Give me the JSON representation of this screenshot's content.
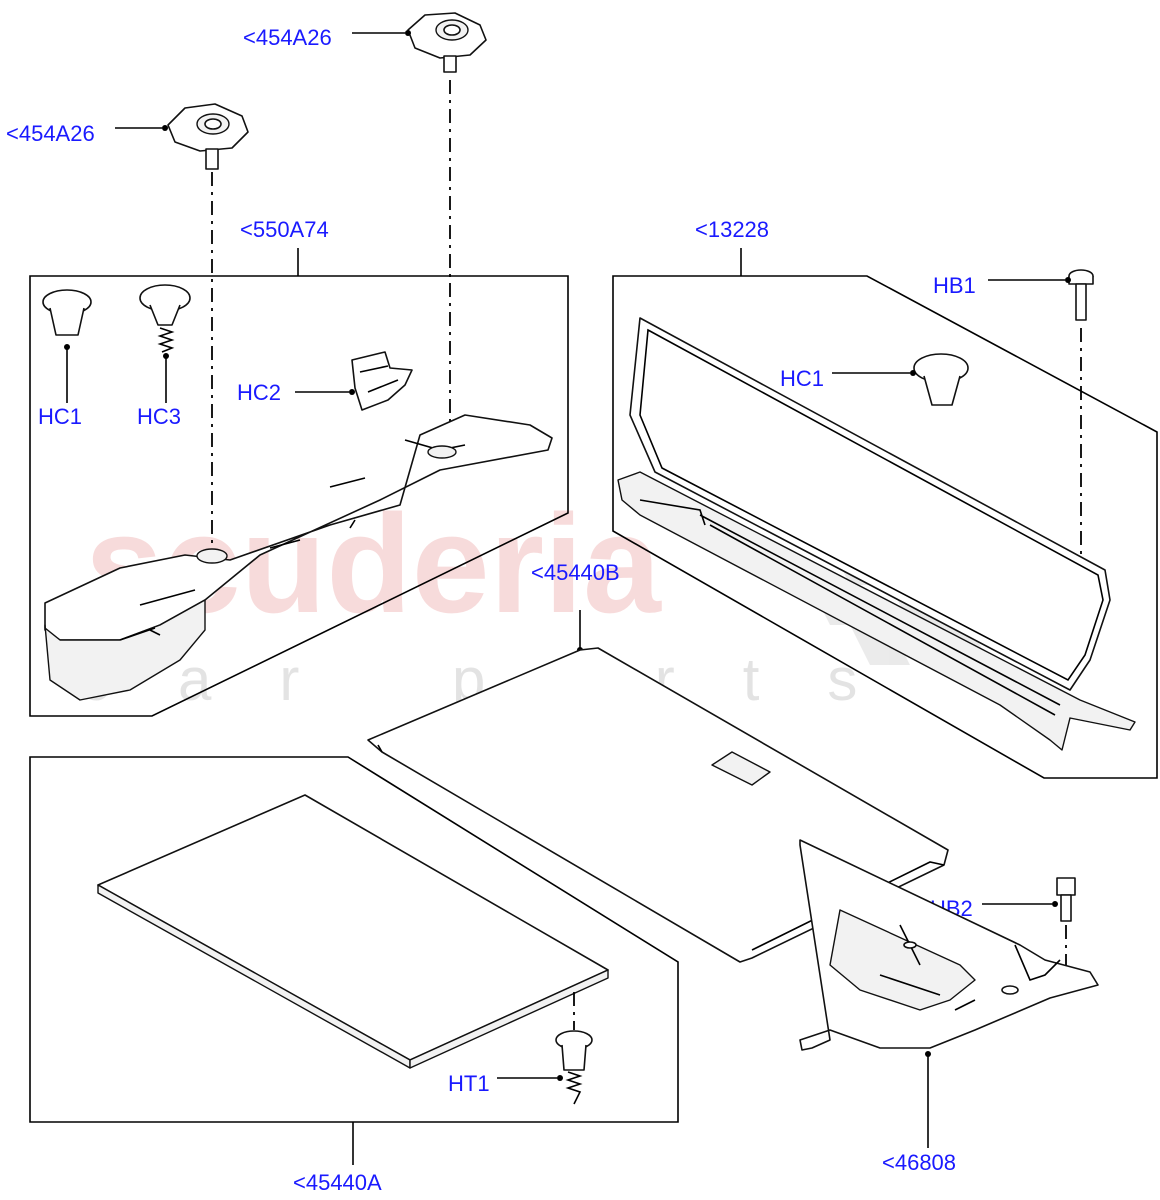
{
  "watermark": {
    "brand": "scuderia",
    "sub": "car parts"
  },
  "labels": {
    "top_clip_upper": "<454A26",
    "top_clip_lower": "<454A26",
    "left_box": "<550A74",
    "hc1_left": "HC1",
    "hc3": "HC3",
    "hc2": "HC2",
    "right_box": "<13228",
    "hb1": "HB1",
    "hc1_right": "HC1",
    "floor_board": "<45440B",
    "lower_box": "<45440A",
    "ht1": "HT1",
    "hb2": "HB2",
    "bracket": "<46808"
  },
  "colors": {
    "label": "#1a1aff",
    "watermark": "#f4c9c9"
  }
}
